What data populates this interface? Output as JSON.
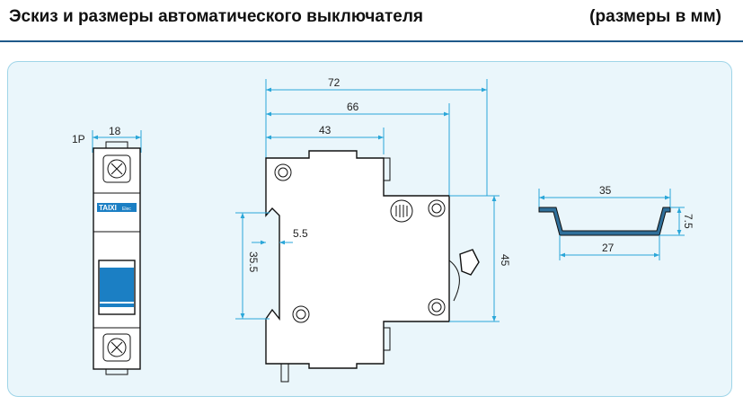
{
  "header": {
    "title": "Эскиз и размеры автоматического выключателя",
    "units_note": "(размеры в мм)"
  },
  "front_view": {
    "pole_label": "1P",
    "width_dim": "18",
    "brand_label": "TAIXI",
    "brand_small": "Elec"
  },
  "side_view": {
    "dim_72": "72",
    "dim_66": "66",
    "dim_43": "43",
    "dim_5_5": "5.5",
    "dim_35_5": "35.5",
    "dim_45": "45"
  },
  "rail_view": {
    "dim_35": "35",
    "dim_27": "27",
    "dim_7_5": "7.5"
  },
  "colors": {
    "accent": "#2aa6d8",
    "panel_bg": "#eaf6fb",
    "panel_border": "#9fd5e8",
    "lever_blue": "#1b7fc4",
    "rail_fill": "#2f6f9a",
    "rule": "#1f5a8a"
  }
}
